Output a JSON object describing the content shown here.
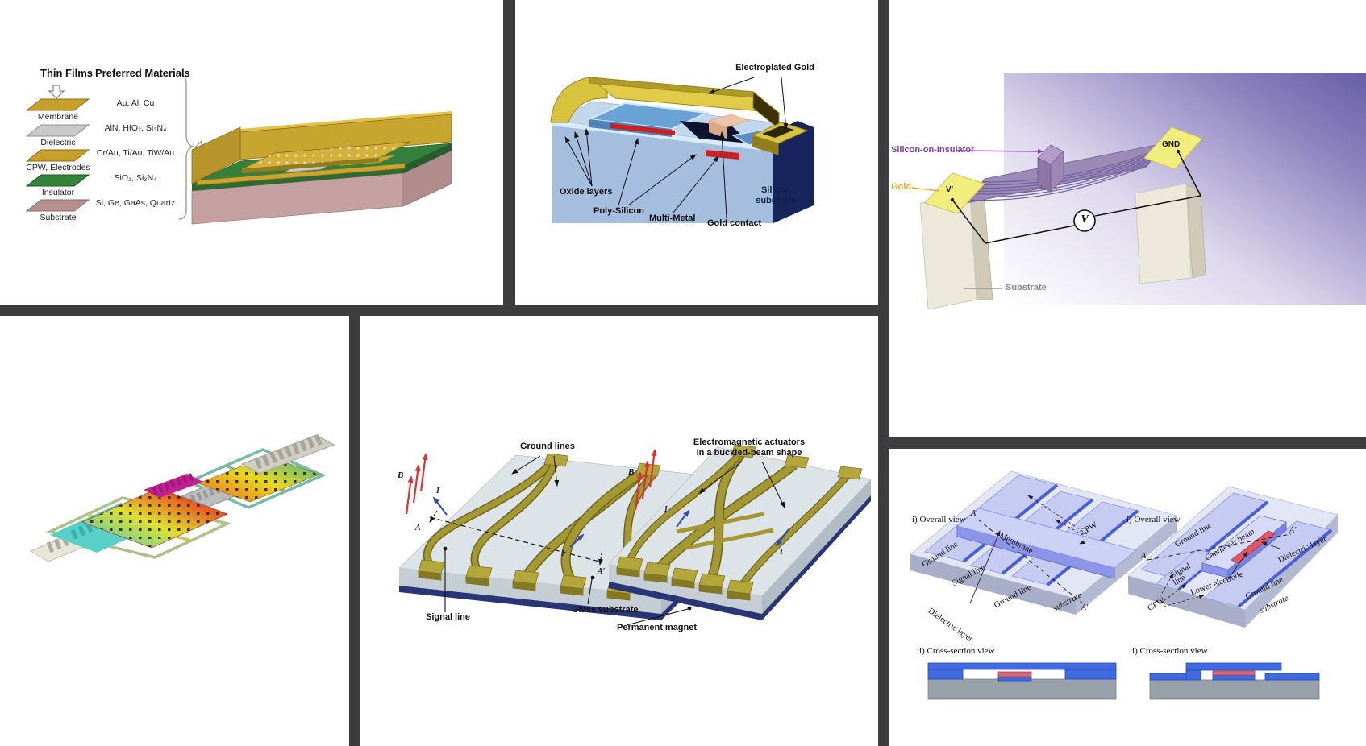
{
  "colors": {
    "divider": "#3d3d3f",
    "gold": "#c8a52e",
    "green_insulator": "#35803b",
    "pink_substrate": "#c4a0a0",
    "navy": "#17255c",
    "soi_purple": "#7b3fa0",
    "gold_label_orange": "#e8a332",
    "red_poly": "#cc2020",
    "lavender": "#c6cbf2",
    "cpw_blue": "#4a5ed6",
    "magnet_navy": "#2a3575",
    "beam_olive": "#a49833"
  },
  "thin_films": {
    "title": "Thin Films",
    "materials_header": "Preferred Materials",
    "rows": [
      {
        "layer": "Membrane",
        "materials": "Au, Al, Cu"
      },
      {
        "layer": "Dielectric",
        "materials": "AlN, HfO₂, Si₃N₄"
      },
      {
        "layer": "CPW, Electrodes",
        "materials": "Cr/Au, Ti/Au, TiW/Au"
      },
      {
        "layer": "Insulator",
        "materials": "SiO₂, Si₃N₄"
      },
      {
        "layer": "Substrate",
        "materials": "Si, Ge, GaAs, Quartz"
      }
    ]
  },
  "electroplated": {
    "gold": "Electroplated Gold",
    "oxide": "Oxide layers",
    "poly": "Poly-Silicon",
    "multi": "Multi-Metal",
    "contact": "Gold contact",
    "substrate_line1": "Silicon",
    "substrate_line2": "substrate"
  },
  "soi": {
    "soi_label": "Silicon-on-Insulator",
    "gold_label": "Gold",
    "substrate_label": "Substrate",
    "v_pad": "V′",
    "gnd_pad": "GND",
    "meter": "V"
  },
  "magnetic": {
    "ground_lines": "Ground lines",
    "actuators_line1": "Electromagnetic actuators",
    "actuators_line2": "In a buckled-beam shape",
    "signal_line": "Signal line",
    "glass_substrate": "Glass substrate",
    "permanent_magnet": "Permanent magnet",
    "b": "B",
    "i": "I",
    "a": "A",
    "a_prime": "A′"
  },
  "cpw": {
    "overall_view": "i) Overall view",
    "cross_view": "ii) Cross-section view",
    "ground_line": "Ground line",
    "membrane": "Membrane",
    "signal_line": "Signal line",
    "signal": "Signal",
    "line": "line",
    "cantilever": "Cantilever beam",
    "lower_electrode": "Lower electrode",
    "dielectric_layer": "Dielectric layer",
    "substrate": "substrate",
    "cpw": "CPW",
    "a": "A",
    "a_prime": "A′"
  }
}
